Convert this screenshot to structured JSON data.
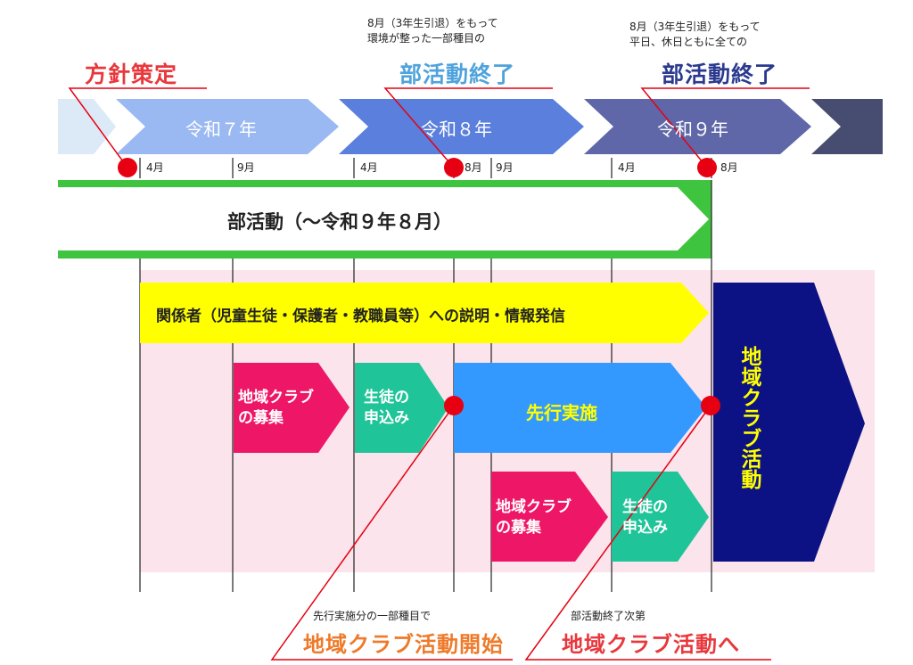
{
  "colors": {
    "callout_red": "#e8383d",
    "callout_blue": "#4fa3dc",
    "callout_navy": "#2b3a8f",
    "callout_orange": "#ee7a2a",
    "green_band": "#3fc43f",
    "yellow_band": "#ffff00",
    "pink_box": "#ee1767",
    "teal_box": "#1fc498",
    "blue_box": "#3399ff",
    "navy_box": "#0c1283",
    "pink_bg": "#fbe4ec",
    "dot_red": "#e60012"
  },
  "top_callouts": {
    "policy": {
      "label": "方針策定"
    },
    "end_partial": {
      "note_line1": "8月（3年生引退）をもって",
      "note_line2": "環境が整った一部種目の",
      "label": "部活動終了"
    },
    "end_all": {
      "note_line1": "8月（3年生引退）をもって",
      "note_line2": "平日、休日ともに全ての",
      "label": "部活動終了"
    }
  },
  "years": [
    {
      "label": "令和７年"
    },
    {
      "label": "令和８年"
    },
    {
      "label": "令和９年"
    }
  ],
  "months": [
    "4月",
    "9月",
    "4月",
    "8月",
    "9月",
    "4月",
    "8月"
  ],
  "bands": {
    "club": "部活動（～令和９年８月）",
    "info": "関係者（児童生徒・保護者・教職員等）への説明・情報発信"
  },
  "boxes": {
    "recruit1_line1": "地域クラブ",
    "recruit1_line2": "の募集",
    "apply1_line1": "生徒の",
    "apply1_line2": "申込み",
    "pilot": "先行実施",
    "recruit2_line1": "地域クラブ",
    "recruit2_line2": "の募集",
    "apply2_line1": "生徒の",
    "apply2_line2": "申込み",
    "club_activity": "地域クラブ活動"
  },
  "bottom_callouts": {
    "start": {
      "note": "先行実施分の一部種目で",
      "label": "地域クラブ活動開始"
    },
    "transition": {
      "note": "部活動終了次第",
      "label": "地域クラブ活動へ"
    }
  }
}
